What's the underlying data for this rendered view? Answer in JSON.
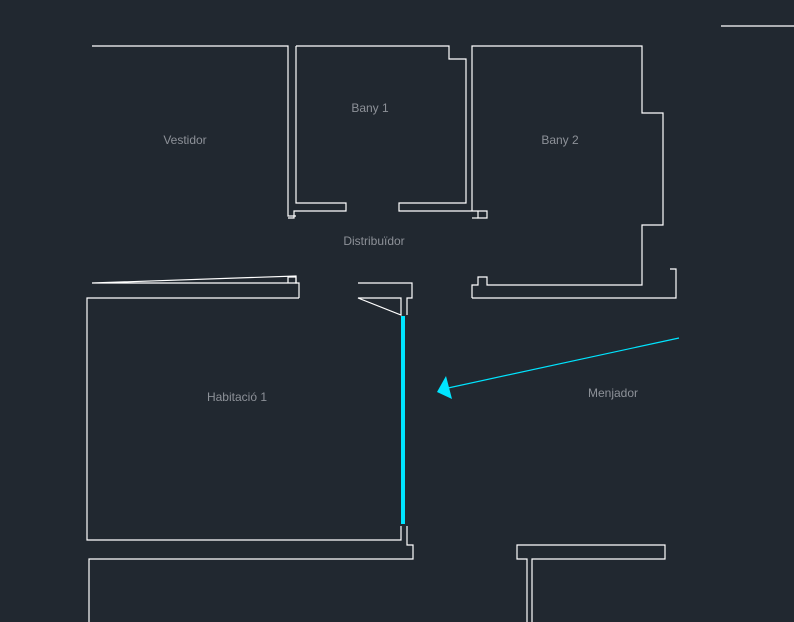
{
  "rooms": {
    "vestidor": "Vestidor",
    "bany1": "Bany 1",
    "bany2": "Bany 2",
    "distribuidor": "Distribuïdor",
    "habitacio1": "Habitació 1",
    "menjador": "Menjador"
  },
  "colors": {
    "background": "#212830",
    "walls": "#ffffff",
    "labels": "#8d9198",
    "highlight": "#00e5ff"
  }
}
